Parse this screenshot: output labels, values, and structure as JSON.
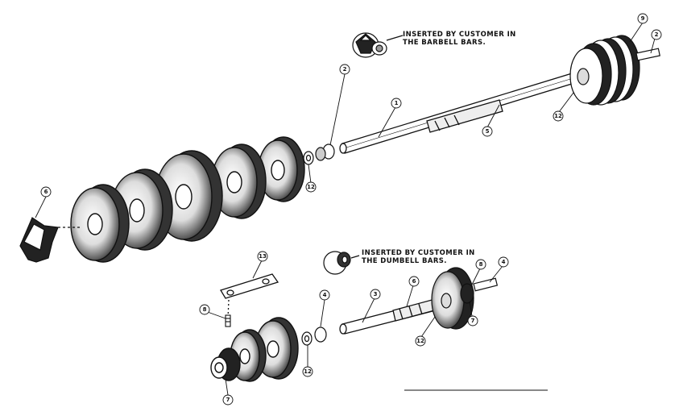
{
  "notes": {
    "barbell": [
      "INSERTED BY CUSTOMER IN",
      "THE BARBELL BARS."
    ],
    "dumbell": [
      "INSERTED BY CUSTOMER IN",
      "THE DUMBELL BARS."
    ]
  },
  "callouts": [
    "9",
    "2",
    "2",
    "1",
    "5",
    "12",
    "12",
    "6",
    "13",
    "4",
    "3",
    "6",
    "8",
    "4",
    "7",
    "12",
    "12",
    "8",
    "7"
  ],
  "colors": {
    "ink": "#111111",
    "paper": "#ffffff"
  }
}
